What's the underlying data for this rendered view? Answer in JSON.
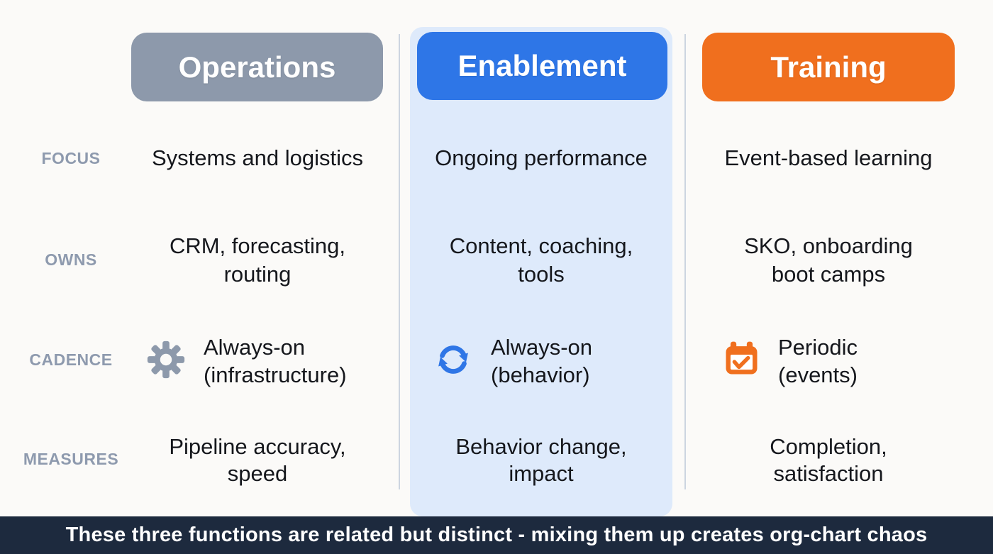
{
  "row_labels": [
    "FOCUS",
    "OWNS",
    "CADENCE",
    "MEASURES"
  ],
  "columns": [
    {
      "header": "Operations",
      "accent": "#8d99ab",
      "focus": "Systems and logistics",
      "owns": [
        "CRM, forecasting,",
        "routing"
      ],
      "cadence": {
        "icon": "gear-icon",
        "lines": [
          "Always-on",
          "(infrastructure)"
        ]
      },
      "measures": [
        "Pipeline accuracy,",
        "speed"
      ]
    },
    {
      "header": "Enablement",
      "accent": "#2e76e7",
      "panel_color": "#deeafb",
      "focus": "Ongoing performance",
      "owns": [
        "Content, coaching,",
        "tools"
      ],
      "cadence": {
        "icon": "sync-icon",
        "lines": [
          "Always-on",
          "(behavior)"
        ]
      },
      "measures": [
        "Behavior change,",
        "impact"
      ]
    },
    {
      "header": "Training",
      "accent": "#f06f1e",
      "focus": "Event-based learning",
      "owns": [
        "SKO, onboarding",
        "boot camps"
      ],
      "cadence": {
        "icon": "calendar-check-icon",
        "lines": [
          "Periodic",
          "(events)"
        ]
      },
      "measures": [
        "Completion,",
        "satisfaction"
      ]
    }
  ],
  "footer": "These three functions are related but distinct - mixing them up creates org-chart chaos",
  "colors": {
    "background": "#fbfaf8",
    "operations_accent": "#8d99ab",
    "enablement_accent": "#2e76e7",
    "training_accent": "#f06f1e",
    "enablement_panel": "#deeafb",
    "divider": "#ccd5e0",
    "row_label": "#8e9aae",
    "body_text": "#15171c",
    "footer_bg": "#1d2a3e",
    "footer_text": "#ffffff"
  }
}
